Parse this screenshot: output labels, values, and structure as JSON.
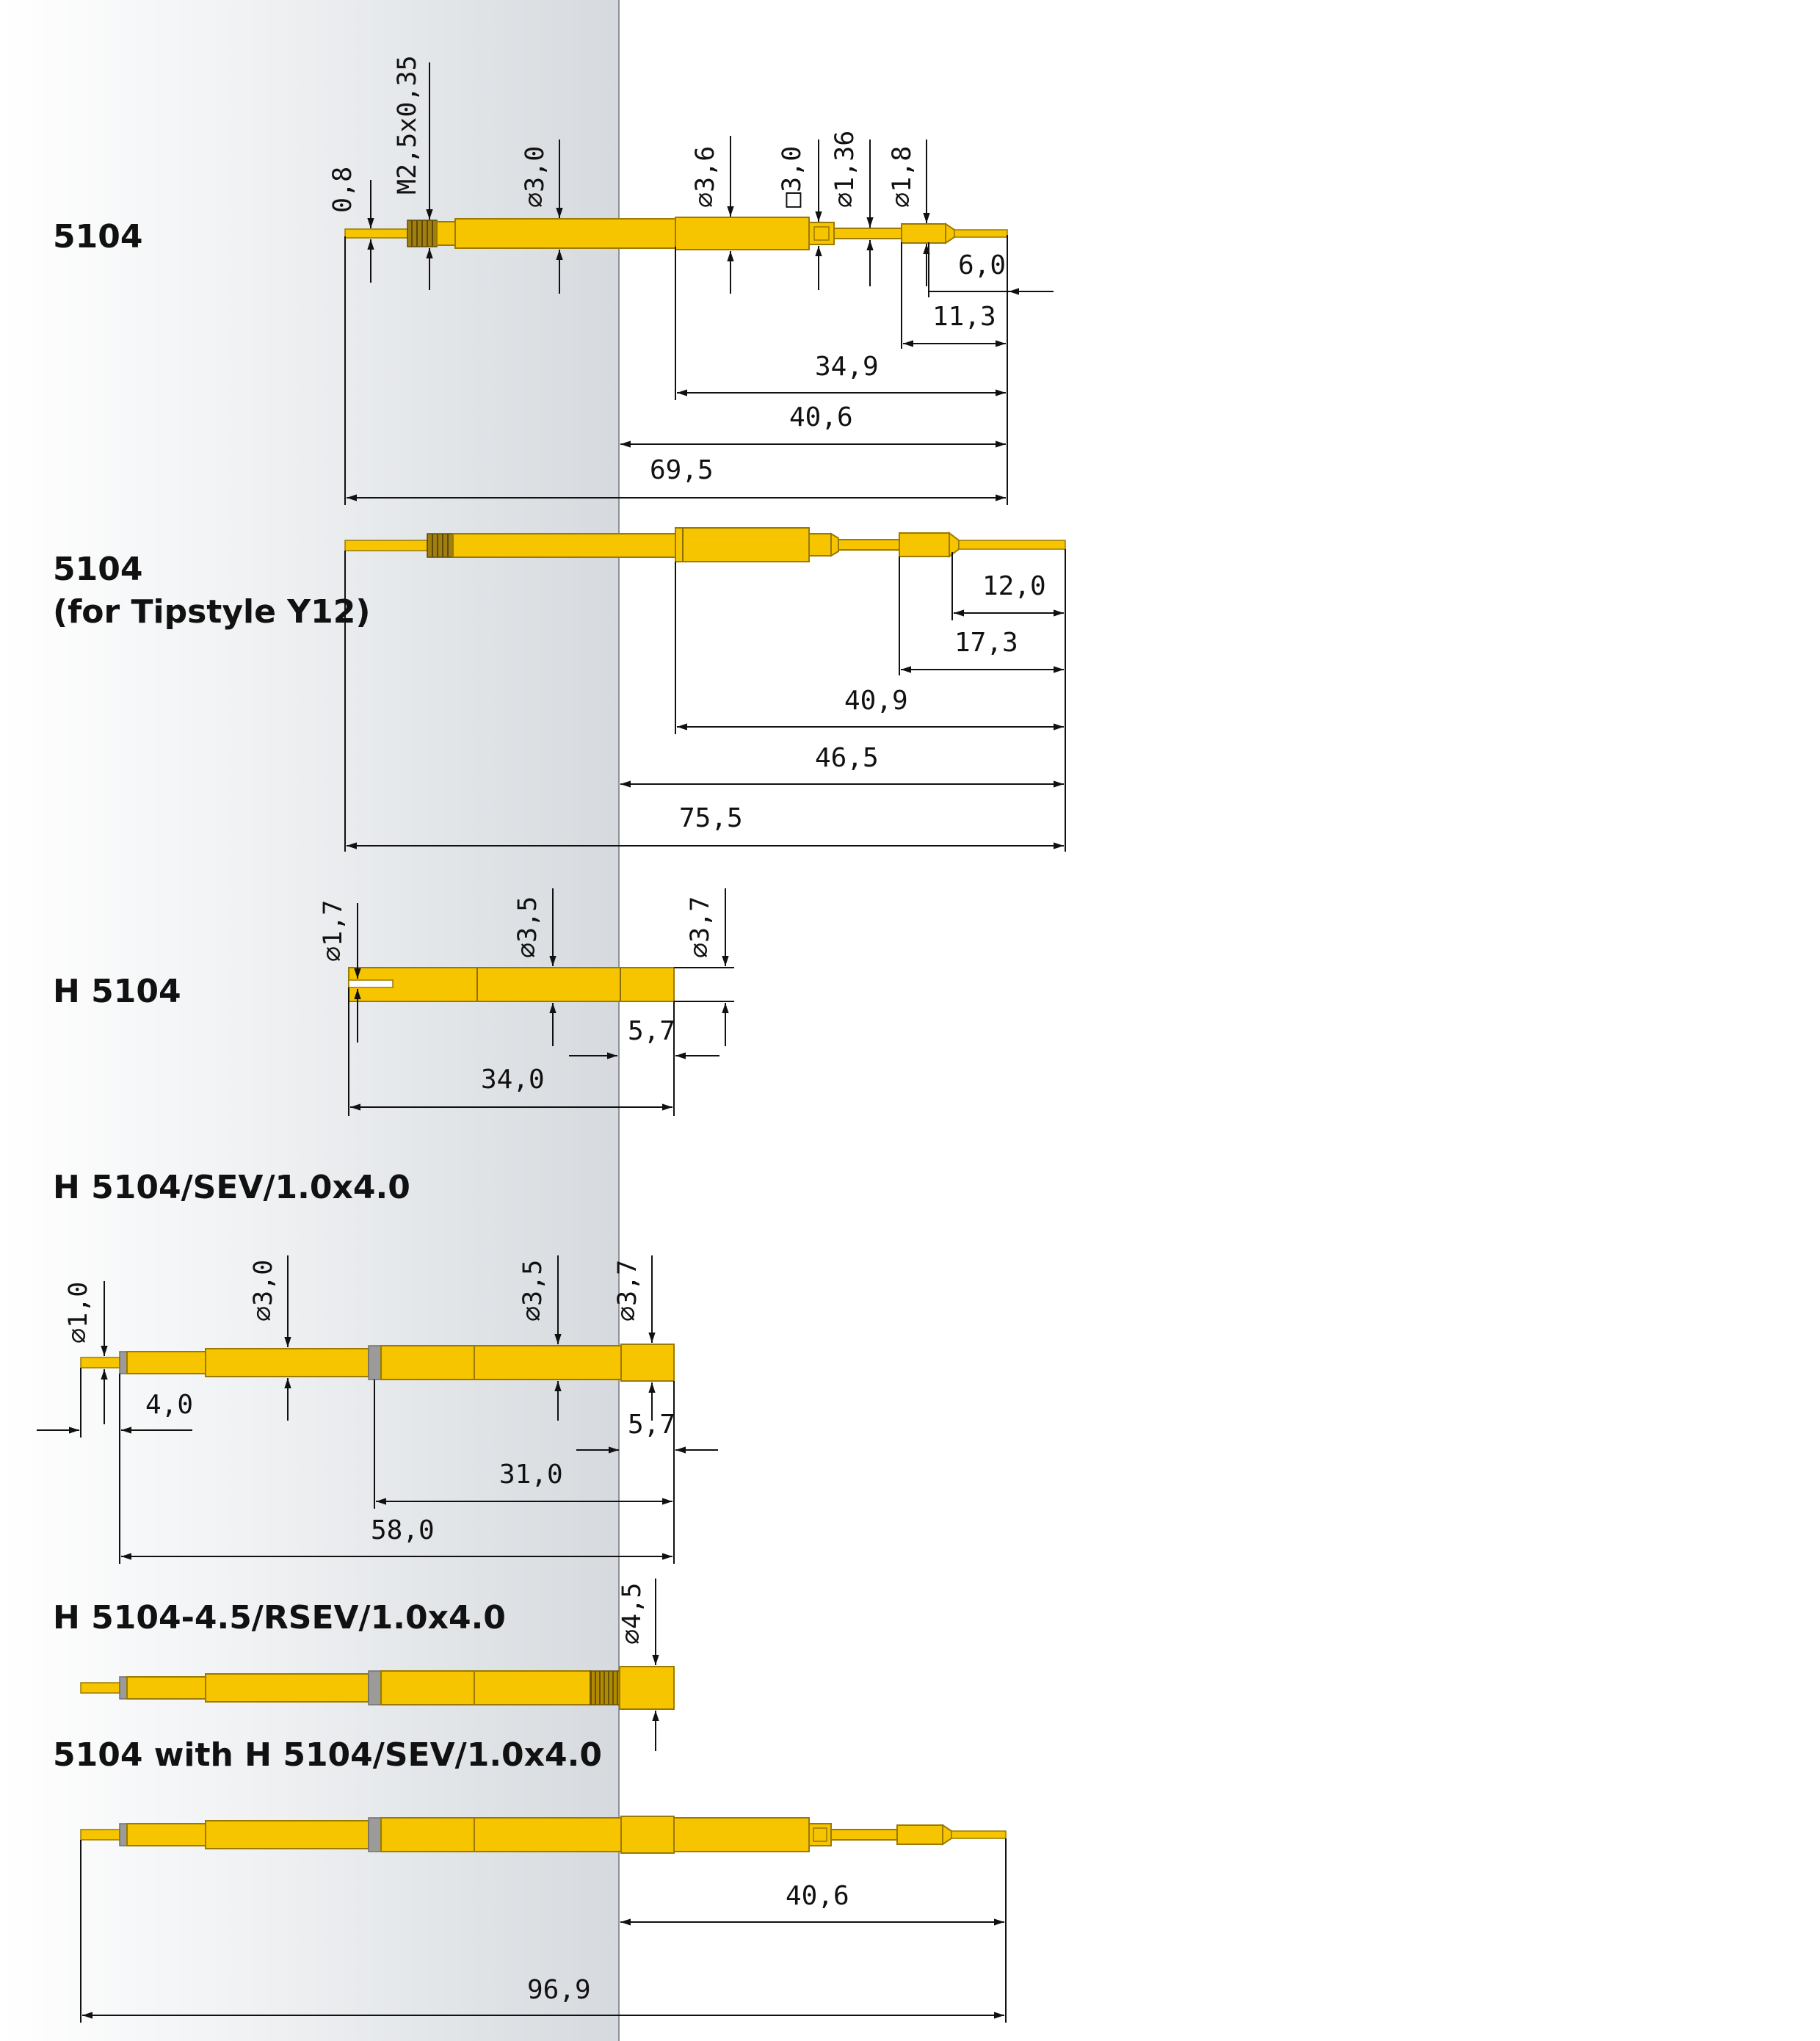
{
  "colors": {
    "gold_fill": "#f7c400",
    "gold_stroke": "#9a7a00",
    "thread": "#a07f10",
    "grey_ring": "#9b9b9b",
    "dim_line": "#111111",
    "panel_edge": "#8d9398"
  },
  "titles": {
    "p1": "5104",
    "p2a": "5104",
    "p2b": "(for Tipstyle Y12)",
    "p3": "H 5104",
    "p4": "H 5104/SEV/1.0x4.0",
    "p5": "H 5104-4.5/RSEV/1.0x4.0",
    "p6": "5104 with H 5104/SEV/1.0x4.0"
  },
  "dims": {
    "p1_len_6_0": "6,0",
    "p1_len_11_3": "11,3",
    "p1_len_34_9": "34,9",
    "p1_len_40_6": "40,6",
    "p1_len_69_5": "69,5",
    "p1_d_0_8": "0,8",
    "p1_thread": "M2,5x0,35",
    "p1_d_3_0": "⌀3,0",
    "p1_d_3_6": "⌀3,6",
    "p1_sq_3_0": "□3,0",
    "p1_d_1_36": "⌀1,36",
    "p1_d_1_8": "⌀1,8",
    "p2_len_12_0": "12,0",
    "p2_len_17_3": "17,3",
    "p2_len_40_9": "40,9",
    "p2_len_46_5": "46,5",
    "p2_len_75_5": "75,5",
    "p3_d_1_7": "⌀1,7",
    "p3_d_3_5": "⌀3,5",
    "p3_d_3_7": "⌀3,7",
    "p3_len_5_7": "5,7",
    "p3_len_34_0": "34,0",
    "p4_d_1_0": "⌀1,0",
    "p4_d_3_0": "⌀3,0",
    "p4_d_3_5": "⌀3,5",
    "p4_d_3_7": "⌀3,7",
    "p4_len_4_0": "4,0",
    "p4_len_5_7": "5,7",
    "p4_len_31_0": "31,0",
    "p4_len_58_0": "58,0",
    "p5_d_4_5": "⌀4,5",
    "p6_len_40_6": "40,6",
    "p6_len_96_9": "96,9"
  }
}
